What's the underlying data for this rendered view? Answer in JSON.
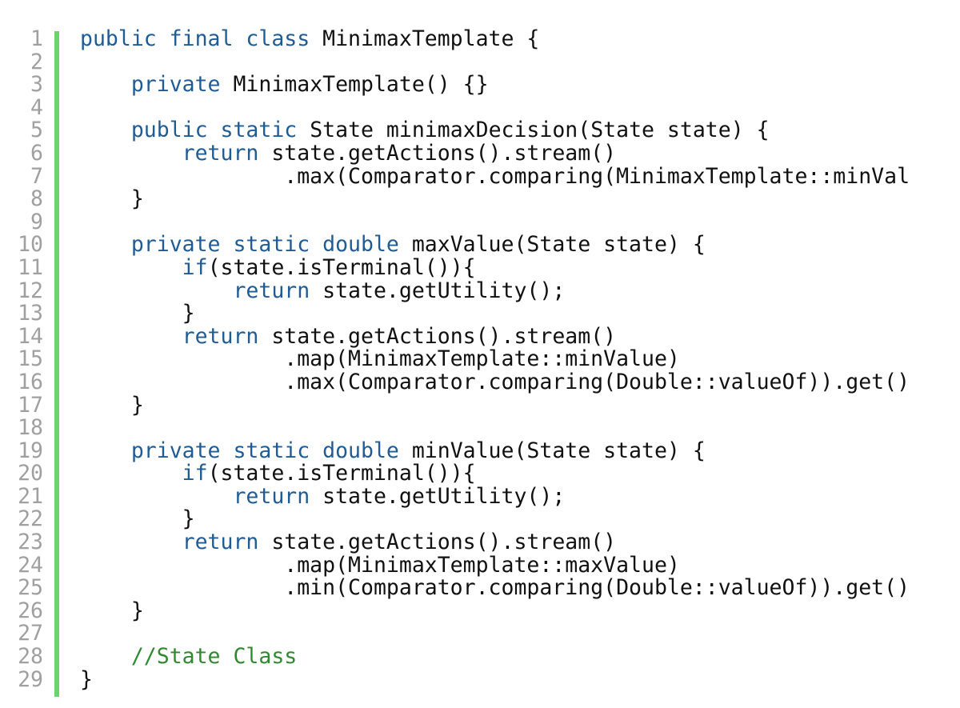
{
  "gutter": {
    "line_numbers": [
      "1",
      "2",
      "3",
      "4",
      "5",
      "6",
      "7",
      "8",
      "9",
      "10",
      "11",
      "12",
      "13",
      "14",
      "15",
      "16",
      "17",
      "18",
      "19",
      "20",
      "21",
      "22",
      "23",
      "24",
      "25",
      "26",
      "27",
      "28",
      "29"
    ],
    "bar_color": "#6cd46c"
  },
  "colors": {
    "keyword": "#1f5c96",
    "plain": "#111111",
    "comment": "#2f8a2f",
    "line_number": "#a0a0a0",
    "background": "#ffffff"
  },
  "code": {
    "lines": [
      [
        {
          "t": "kw",
          "s": "public final class"
        },
        {
          "t": "plain",
          "s": " MinimaxTemplate {"
        }
      ],
      [],
      [
        {
          "t": "plain",
          "s": "    "
        },
        {
          "t": "kw",
          "s": "private"
        },
        {
          "t": "plain",
          "s": " MinimaxTemplate() {}"
        }
      ],
      [],
      [
        {
          "t": "plain",
          "s": "    "
        },
        {
          "t": "kw",
          "s": "public static"
        },
        {
          "t": "plain",
          "s": " State minimaxDecision(State state) {"
        }
      ],
      [
        {
          "t": "plain",
          "s": "        "
        },
        {
          "t": "kw",
          "s": "return"
        },
        {
          "t": "plain",
          "s": " state.getActions().stream()"
        }
      ],
      [
        {
          "t": "plain",
          "s": "                .max(Comparator.comparing(MinimaxTemplate::minVal"
        }
      ],
      [
        {
          "t": "plain",
          "s": "    }"
        }
      ],
      [],
      [
        {
          "t": "plain",
          "s": "    "
        },
        {
          "t": "kw",
          "s": "private static double"
        },
        {
          "t": "plain",
          "s": " maxValue(State state) {"
        }
      ],
      [
        {
          "t": "plain",
          "s": "        "
        },
        {
          "t": "kw",
          "s": "if"
        },
        {
          "t": "plain",
          "s": "(state.isTerminal()){"
        }
      ],
      [
        {
          "t": "plain",
          "s": "            "
        },
        {
          "t": "kw",
          "s": "return"
        },
        {
          "t": "plain",
          "s": " state.getUtility();"
        }
      ],
      [
        {
          "t": "plain",
          "s": "        }"
        }
      ],
      [
        {
          "t": "plain",
          "s": "        "
        },
        {
          "t": "kw",
          "s": "return"
        },
        {
          "t": "plain",
          "s": " state.getActions().stream()"
        }
      ],
      [
        {
          "t": "plain",
          "s": "                .map(MinimaxTemplate::minValue)"
        }
      ],
      [
        {
          "t": "plain",
          "s": "                .max(Comparator.comparing(Double::valueOf)).get()"
        }
      ],
      [
        {
          "t": "plain",
          "s": "    }"
        }
      ],
      [],
      [
        {
          "t": "plain",
          "s": "    "
        },
        {
          "t": "kw",
          "s": "private static double"
        },
        {
          "t": "plain",
          "s": " minValue(State state) {"
        }
      ],
      [
        {
          "t": "plain",
          "s": "        "
        },
        {
          "t": "kw",
          "s": "if"
        },
        {
          "t": "plain",
          "s": "(state.isTerminal()){"
        }
      ],
      [
        {
          "t": "plain",
          "s": "            "
        },
        {
          "t": "kw",
          "s": "return"
        },
        {
          "t": "plain",
          "s": " state.getUtility();"
        }
      ],
      [
        {
          "t": "plain",
          "s": "        }"
        }
      ],
      [
        {
          "t": "plain",
          "s": "        "
        },
        {
          "t": "kw",
          "s": "return"
        },
        {
          "t": "plain",
          "s": " state.getActions().stream()"
        }
      ],
      [
        {
          "t": "plain",
          "s": "                .map(MinimaxTemplate::maxValue)"
        }
      ],
      [
        {
          "t": "plain",
          "s": "                .min(Comparator.comparing(Double::valueOf)).get()"
        }
      ],
      [
        {
          "t": "plain",
          "s": "    }"
        }
      ],
      [],
      [
        {
          "t": "plain",
          "s": "    "
        },
        {
          "t": "comment",
          "s": "//State Class"
        }
      ],
      [
        {
          "t": "plain",
          "s": "}"
        }
      ]
    ]
  }
}
